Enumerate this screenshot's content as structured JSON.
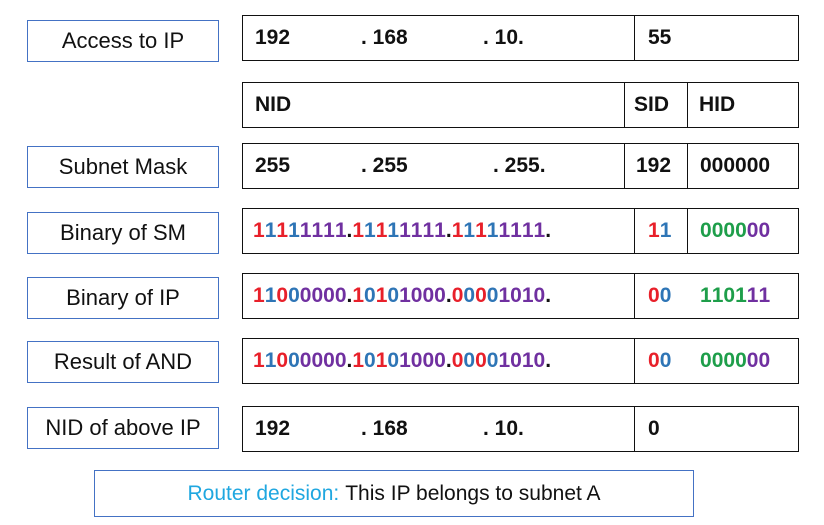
{
  "labels": {
    "access_ip": "Access to IP",
    "subnet_mask": "Subnet Mask",
    "binary_sm": "Binary of SM",
    "binary_ip": "Binary of IP",
    "result_and": "Result of AND",
    "nid_above": "NID of above IP"
  },
  "ip_row": {
    "o1": "192",
    "o2": ". 168",
    "o3": ". 10.",
    "o4": "55"
  },
  "header_row": {
    "nid": "NID",
    "sid": "SID",
    "hid": "HID"
  },
  "mask_row": {
    "o1": "255",
    "o2": ". 255",
    "o3": ". 255.",
    "sid": "192",
    "hid": "000000"
  },
  "binary_sm": {
    "net": "11111111. 11111111. 11111111.",
    "sid": "11",
    "hid": "000000"
  },
  "binary_ip": {
    "net": "11000000. 10101000. 00001010.",
    "sid": "00",
    "hid": "110111"
  },
  "result_and": {
    "net": "11000000. 10101000. 00001010.",
    "sid": "00",
    "hid": "000000"
  },
  "nid_row": {
    "o1": "192",
    "o2": ". 168",
    "o3": ". 10.",
    "o4": "0"
  },
  "decision": {
    "highlight": "Router decision:",
    "text": "This IP belongs to subnet A"
  },
  "colors": {
    "red": "#e8202a",
    "blue": "#2e75b6",
    "purple": "#7030a0",
    "green": "#1e9e4a",
    "accent": "#4472c4",
    "decision_highlight": "#1fa7e0"
  }
}
